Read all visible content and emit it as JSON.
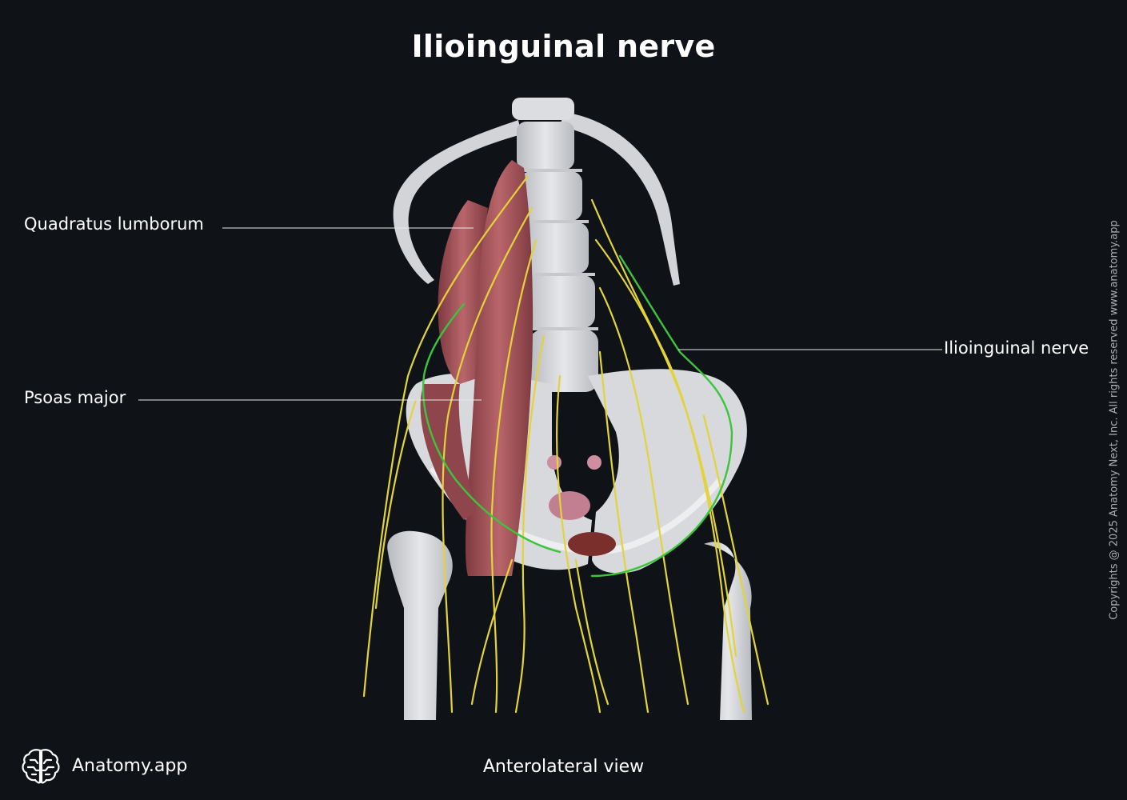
{
  "title": "Ilioinguinal nerve",
  "labels": {
    "quadratus": "Quadratus lumborum",
    "psoas": "Psoas major",
    "ilioinguinal": "Ilioinguinal nerve"
  },
  "view": "Anterolateral view",
  "copyright": "Copyrights @ 2025 Anatomy Next, Inc. All rights reserved www.anatomy.app",
  "brand": {
    "name": "Anatomy.app",
    "icon": "brain-icon"
  },
  "colors": {
    "background": "#0f1318",
    "bone": "#d6d8dc",
    "muscle": "#a9565c",
    "nerve": "#e3d33a",
    "ilioinguinal_nerve": "#3dc43d"
  }
}
